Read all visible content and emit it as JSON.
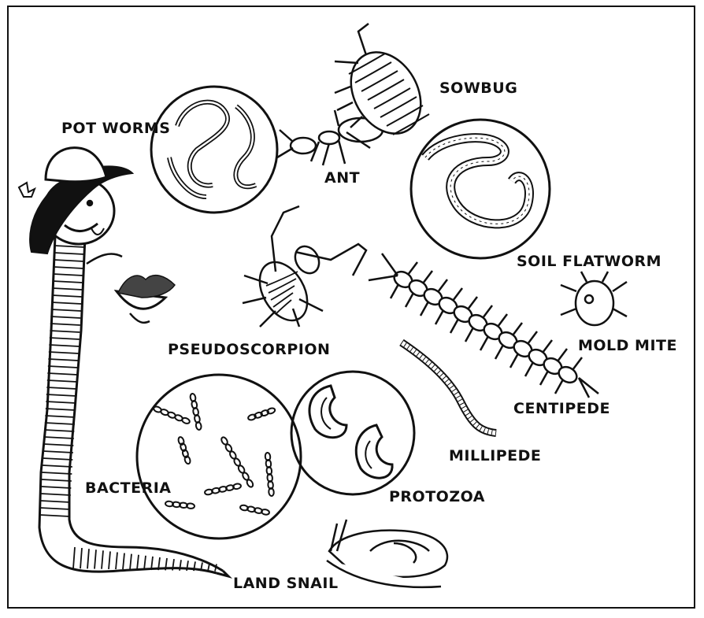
{
  "organisms": {
    "pot_worms": "POT WORMS",
    "sowbug": "SOWBUG",
    "ant": "ANT",
    "soil_flatworm": "SOIL FLATWORM",
    "mold_mite": "MOLD MITE",
    "pseudoscorpion": "PSEUDOSCORPION",
    "centipede": "CENTIPEDE",
    "millipede": "MILLIPEDE",
    "bacteria": "BACTERIA",
    "protozoa": "PROTOZOA",
    "land_snail": "LAND SNAIL"
  },
  "colors": {
    "ink": "#111111",
    "paper": "#ffffff"
  }
}
